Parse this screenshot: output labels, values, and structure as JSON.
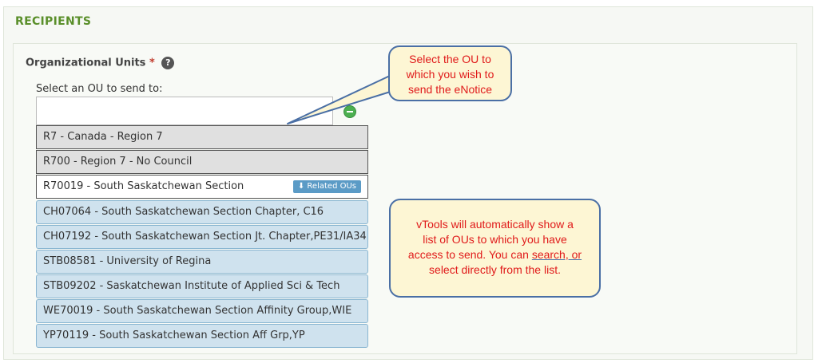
{
  "panel": {
    "title": "RECIPIENTS"
  },
  "org_units": {
    "label": "Organizational Units",
    "required_mark": "*",
    "help_glyph": "?",
    "select_label": "Select an OU to send to:",
    "search_value": "",
    "items": [
      {
        "label": "R7 - Canada - Region 7",
        "style": "gray"
      },
      {
        "label": "R700 - Region 7 - No Council",
        "style": "gray"
      },
      {
        "label": "R70019 - South Saskatchewan Section",
        "style": "white",
        "badge": "⬇ Related OUs"
      },
      {
        "label": "CH07064 - South Saskatchewan Section Chapter, C16",
        "style": "blue"
      },
      {
        "label": "CH07192 - South Saskatchewan Section Jt. Chapter,PE31/IA34",
        "style": "blue"
      },
      {
        "label": "STB08581 - University of Regina",
        "style": "blue"
      },
      {
        "label": "STB09202 - Saskatchewan Institute of Applied Sci & Tech",
        "style": "blue"
      },
      {
        "label": "WE70019 - South Saskatchewan Section Affinity Group,WIE",
        "style": "blue"
      },
      {
        "label": "YP70119 - South Saskatchewan Section Aff Grp,YP",
        "style": "blue"
      }
    ]
  },
  "callouts": {
    "first": {
      "lines": [
        "Select the OU to",
        "which you wish to",
        "send the eNotice"
      ]
    },
    "second": {
      "line1": "vTools will automatically show a",
      "line2": "list of OUs to which you have",
      "line3_pre": "access to send. You can ",
      "line3_link": "search, or",
      "line4": "select directly from the list."
    }
  },
  "colors": {
    "title_green": "#5a8f2a",
    "callout_text": "#e01a1a",
    "callout_bg": "#fdf6d4",
    "callout_border": "#4a6fa5",
    "ou_blue": "#cfe2ee",
    "badge_blue": "#5b9bc6"
  }
}
